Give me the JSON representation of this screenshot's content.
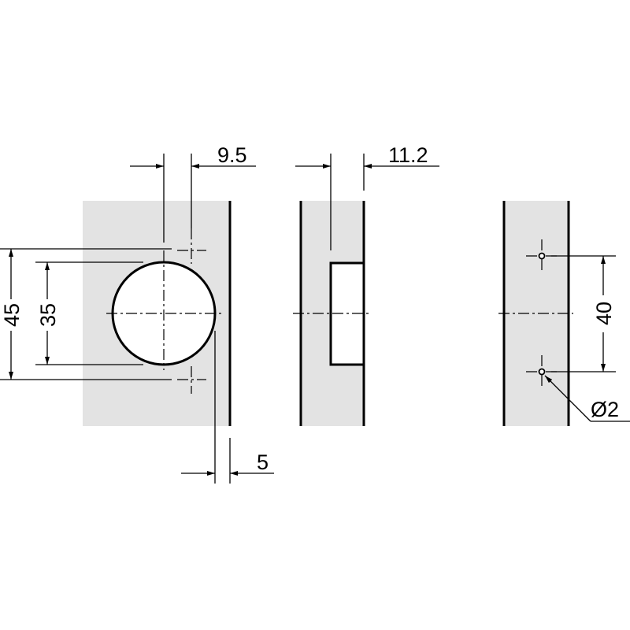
{
  "drawing": {
    "front_view": {
      "cup_diameter_label": "35",
      "hole_spacing_label": "45",
      "cup_offset_label": "9.5",
      "edge_distance_label": "5"
    },
    "side_view": {
      "cup_depth_label": "11.2"
    },
    "mounting_plate_view": {
      "hole_spacing_label": "40",
      "hole_diameter_label": "Ø2"
    },
    "colors": {
      "panel_fill": "#e3e3e3",
      "line": "#000000"
    }
  }
}
